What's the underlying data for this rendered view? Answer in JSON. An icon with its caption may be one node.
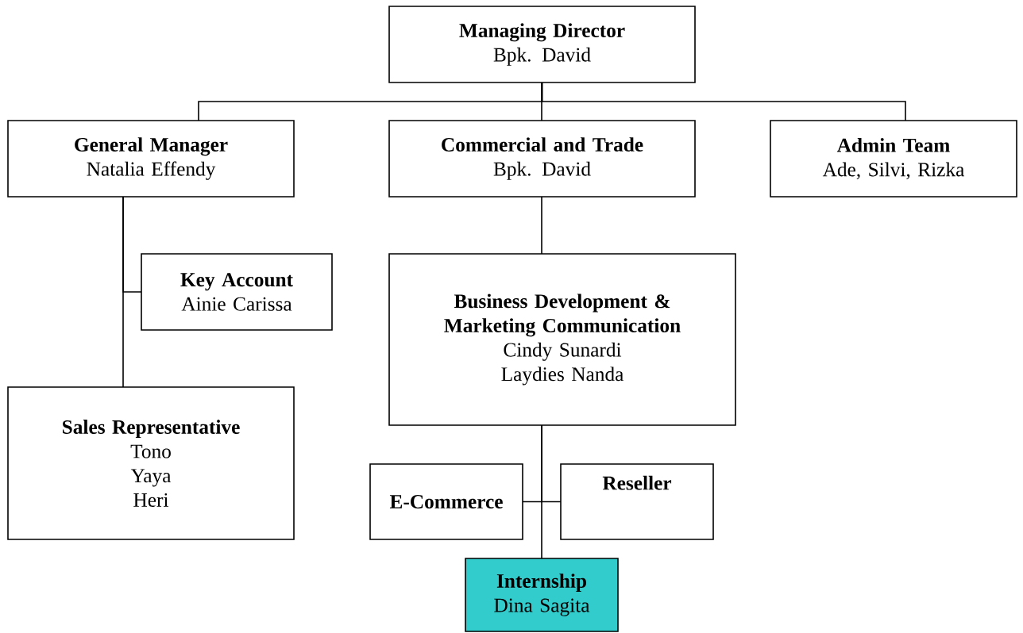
{
  "diagram": {
    "nodes": [
      {
        "text": [
          "Managing Director",
          "Bpk. David"
        ]
      },
      {
        "text": [
          "General Manager",
          "Natalia Effendy"
        ]
      },
      {
        "text": [
          "Commercial and Trade",
          "Bpk. David"
        ]
      },
      {
        "text": [
          "Admin Team",
          "Ade, Silvi, Rizka"
        ]
      },
      {
        "text": [
          "Key Account",
          "Ainie Carissa"
        ]
      },
      {
        "text": [
          "Business Development & Marketing Communication",
          "Cindy Sunardi",
          "Laydies Nanda"
        ]
      },
      {
        "text": [
          "Sales Representative",
          "Tono",
          "Yaya",
          "Heri"
        ]
      },
      {
        "text": [
          "E-Commerce"
        ]
      },
      {
        "text": [
          "Reseller"
        ]
      },
      {
        "text": [
          "Internship",
          "Dina Sagita"
        ]
      }
    ],
    "edges": [
      {
        "from": 0,
        "to": 1,
        "arrow": "none"
      },
      {
        "from": 0,
        "to": 2,
        "arrow": "none"
      },
      {
        "from": 0,
        "to": 3,
        "arrow": "none"
      },
      {
        "from": 1,
        "to": 4,
        "arrow": "none"
      },
      {
        "from": 1,
        "to": 6,
        "arrow": "none"
      },
      {
        "from": 2,
        "to": 5,
        "arrow": "none"
      },
      {
        "from": 5,
        "to": 7,
        "arrow": "none"
      },
      {
        "from": 5,
        "to": 8,
        "arrow": "none"
      },
      {
        "from": 5,
        "to": 9,
        "arrow": "none"
      }
    ]
  }
}
